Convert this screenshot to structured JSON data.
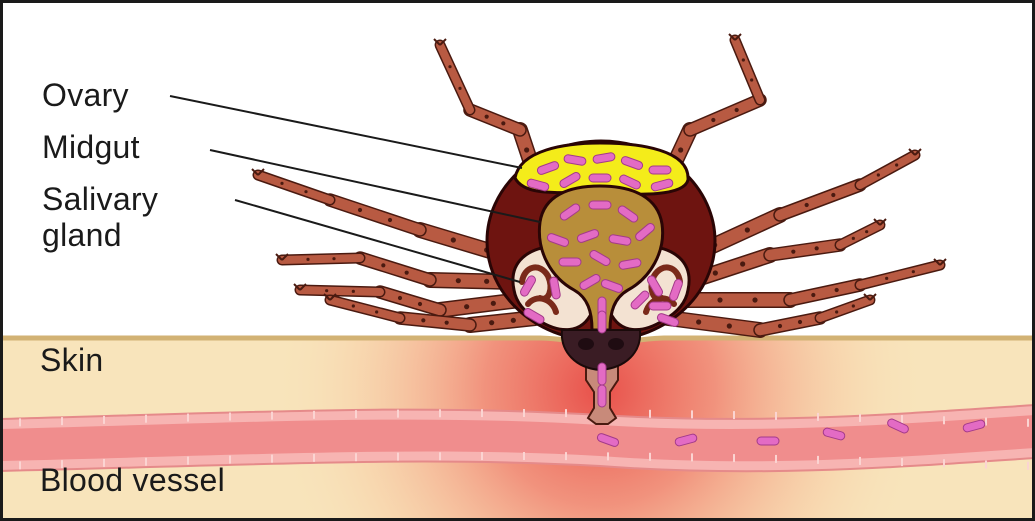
{
  "labels": {
    "ovary": "Ovary",
    "midgut": "Midgut",
    "salivary_line1": "Salivary",
    "salivary_line2": "gland",
    "skin": "Skin",
    "blood_vessel": "Blood vessel"
  },
  "colors": {
    "border": "#1a1a1a",
    "skin_fill": "#f8e4bb",
    "skin_surface": "#e2c48a",
    "inflammation": "#e8504a",
    "vessel_wall": "#f7b4b2",
    "vessel_lumen": "#f08d8d",
    "leg": "#b85a42",
    "leg_outline": "#4a1a10",
    "tick_body": "#6e1410",
    "tick_outline": "#2a0505",
    "ovary": "#f4ec1a",
    "midgut": "#b88e3a",
    "salivary_gland": "#f3e2d2",
    "bacteria": "#e36bc4",
    "mouthparts": "#3a1c24",
    "hypostome": "#c88a7a"
  },
  "icons": {
    "organism": "tick-icon"
  }
}
